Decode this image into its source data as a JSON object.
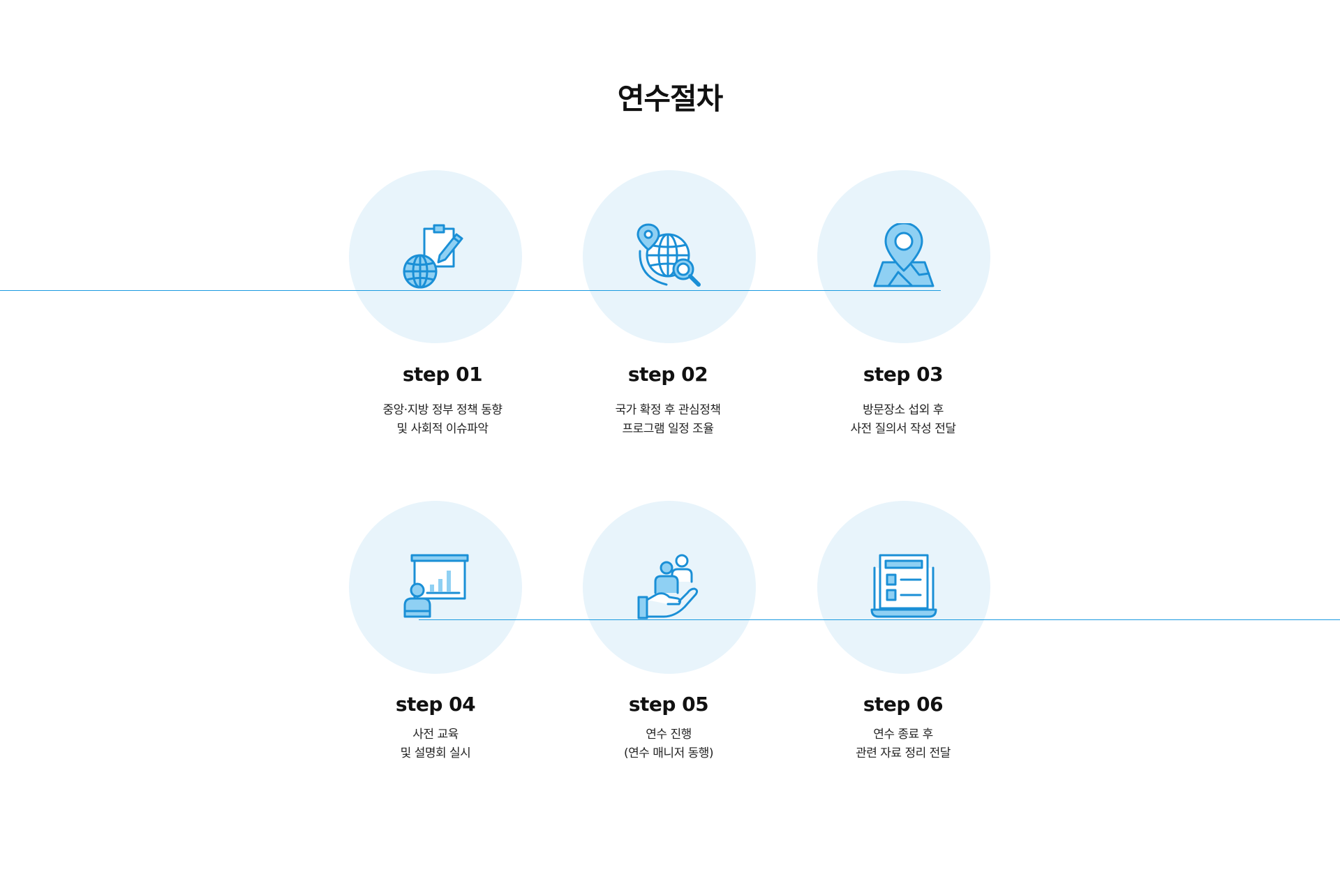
{
  "section_title": "연수절차",
  "colors": {
    "accent": "#1a9ae0",
    "circle_bg": "#e8f4fb",
    "icon_fill": "#8fd0f3"
  },
  "steps": [
    {
      "title": "step 01",
      "lines": [
        "중앙·지방 정부 정책 동향",
        "및 사회적 이슈파악"
      ],
      "icon": "clipboard-globe-pencil-icon"
    },
    {
      "title": "step 02",
      "lines": [
        "국가 확정 후 관심정책",
        "프로그램 일정 조율"
      ],
      "icon": "globe-search-pin-icon"
    },
    {
      "title": "step 03",
      "lines": [
        "방문장소 섭외 후",
        "사전 질의서 작성 전달"
      ],
      "icon": "map-pin-icon"
    },
    {
      "title": "step 04",
      "lines": [
        "사전 교육",
        "및 설명회 실시"
      ],
      "icon": "presentation-board-icon"
    },
    {
      "title": "step 05",
      "lines": [
        "연수 진행",
        "(연수 매니저 동행)"
      ],
      "icon": "hand-people-icon"
    },
    {
      "title": "step 06",
      "lines": [
        "연수 종료 후",
        "관련 자료 정리 전달"
      ],
      "icon": "document-laptop-icon"
    }
  ]
}
